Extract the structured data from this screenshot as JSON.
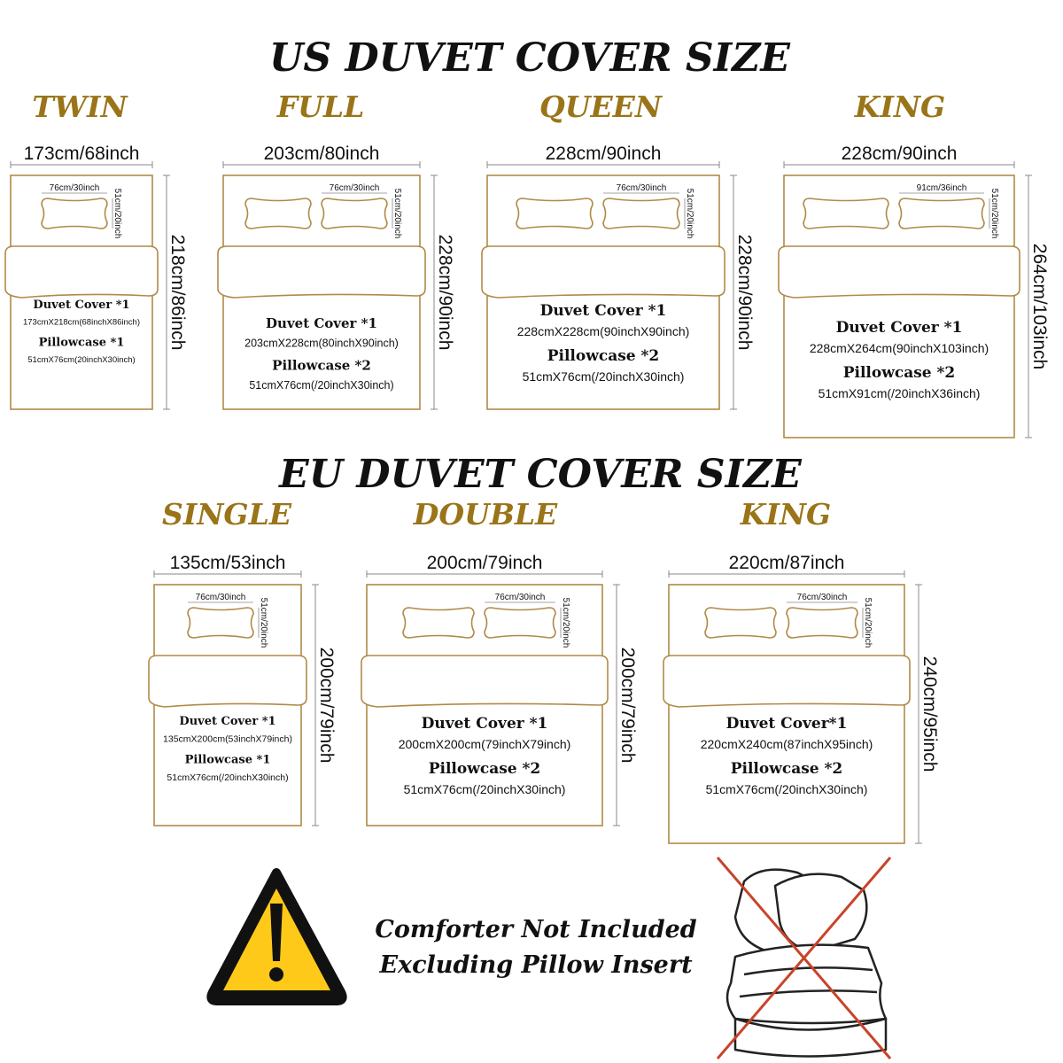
{
  "us": {
    "title": "US DUVET COVER SIZE",
    "beds": [
      {
        "name": "TWIN",
        "width_label": "173cm/68inch",
        "height_label": "218cm/86inch",
        "pillow_w_label": "76cm/30inch",
        "pillow_h_label": "51cm/20inch",
        "pillow_count": 1,
        "cover_title": "Duvet Cover *1",
        "cover_size": "173cmX218cm(68inchX86inch)",
        "pillow_title": "Pillowcase *1",
        "pillow_size": "51cmX76cm(20inchX30inch)"
      },
      {
        "name": "FULL",
        "width_label": "203cm/80inch",
        "height_label": "228cm/90inch",
        "pillow_w_label": "76cm/30inch",
        "pillow_h_label": "51cm/20inch",
        "pillow_count": 2,
        "cover_title": "Duvet Cover *1",
        "cover_size": "203cmX228cm(80inchX90inch)",
        "pillow_title": "Pillowcase *2",
        "pillow_size": "51cmX76cm(/20inchX30inch)"
      },
      {
        "name": "QUEEN",
        "width_label": "228cm/90inch",
        "height_label": "228cm/90inch",
        "pillow_w_label": "76cm/30inch",
        "pillow_h_label": "51cm/20inch",
        "pillow_count": 2,
        "cover_title": "Duvet Cover *1",
        "cover_size": "228cmX228cm(90inchX90inch)",
        "pillow_title": "Pillowcase *2",
        "pillow_size": "51cmX76cm(/20inchX30inch)"
      },
      {
        "name": "KING",
        "width_label": "228cm/90inch",
        "height_label": "264cm/103inch",
        "pillow_w_label": "91cm/36inch",
        "pillow_h_label": "51cm/20inch",
        "pillow_count": 2,
        "cover_title": "Duvet Cover *1",
        "cover_size": "228cmX264cm(90inchX103inch)",
        "pillow_title": "Pillowcase *2",
        "pillow_size": "51cmX91cm(/20inchX36inch)"
      }
    ]
  },
  "eu": {
    "title": "EU DUVET COVER SIZE",
    "beds": [
      {
        "name": "SINGLE",
        "width_label": "135cm/53inch",
        "height_label": "200cm/79inch",
        "pillow_w_label": "76cm/30inch",
        "pillow_h_label": "51cm/20inch",
        "pillow_count": 1,
        "cover_title": "Duvet Cover *1",
        "cover_size": "135cmX200cm(53inchX79inch)",
        "pillow_title": "Pillowcase *1",
        "pillow_size": "51cmX76cm(/20inchX30inch)"
      },
      {
        "name": "DOUBLE",
        "width_label": "200cm/79inch",
        "height_label": "200cm/79inch",
        "pillow_w_label": "76cm/30inch",
        "pillow_h_label": "51cm/20inch",
        "pillow_count": 2,
        "cover_title": "Duvet Cover *1",
        "cover_size": "200cmX200cm(79inchX79inch)",
        "pillow_title": "Pillowcase *2",
        "pillow_size": "51cmX76cm(/20inchX30inch)"
      },
      {
        "name": "KING",
        "width_label": "220cm/87inch",
        "height_label": "240cm/95inch",
        "pillow_w_label": "76cm/30inch",
        "pillow_h_label": "51cm/20inch",
        "pillow_count": 2,
        "cover_title": "Duvet Cover*1",
        "cover_size": "220cmX240cm(87inchX95inch)",
        "pillow_title": "Pillowcase *2",
        "pillow_size": "51cmX76cm(/20inchX30inch)"
      }
    ]
  },
  "notice": {
    "line1": "Comforter Not Included",
    "line2": "Excluding Pillow Insert",
    "warning_icon": "warning-triangle-icon",
    "comforter_icon": "crossed-out-comforter-icon"
  },
  "colors": {
    "gold": "#9a7418",
    "bed_line": "#b08a46",
    "dim_line": "#888888",
    "text": "#111111",
    "warning_yellow": "#ffc91a",
    "cross_red": "#c8442a"
  }
}
